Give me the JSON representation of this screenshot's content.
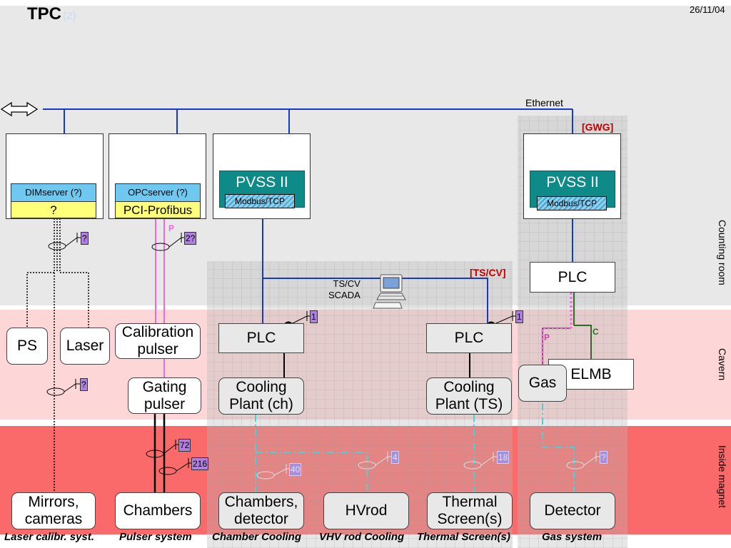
{
  "header": {
    "title": "TPC",
    "title_suffix": "(2)",
    "date": "26/11/04"
  },
  "zones": {
    "counting_room": "Counting room",
    "cavern": "Cavern",
    "inside_magnet": "Inside magnet"
  },
  "network": {
    "ethernet_label": "Ethernet",
    "scada_label": "TS/CV\nSCADA",
    "gwg_label": "[GWG]",
    "tscv_label": "[TS/CV]"
  },
  "servers": {
    "dim_label": "DIMserver (?)",
    "dim_sub": "?",
    "opc_label": "OPCserver (?)",
    "opc_sub": "PCI-Profibus",
    "pvss_cooling": "PVSS II",
    "modbus_cooling": "Modbus/TCP",
    "pvss_gas": "PVSS II",
    "modbus_gas": "Modbus/TCP"
  },
  "devices": {
    "ps": "PS",
    "laser": "Laser",
    "calibration_pulser": "Calibration\npulser",
    "gating_pulser": "Gating\npulser",
    "plc_chamber": "PLC",
    "plc_ts": "PLC",
    "plc_gas": "PLC",
    "cooling_ch": "Cooling\nPlant (ch)",
    "cooling_ts": "Cooling\nPlant (TS)",
    "gas": "Gas",
    "elmb": "ELMB",
    "mirrors": "Mirrors,\ncameras",
    "chambers": "Chambers",
    "chambers_detector": "Chambers,\ndetector",
    "hvrod": "HVrod",
    "thermal_screens": "Thermal\nScreen(s)",
    "detector": "Detector"
  },
  "tags": {
    "laser_counting": "?",
    "pulser_counting": "2?",
    "plc_ch": "1",
    "plc_ts": "1",
    "laser_cavern": "?",
    "pulser_72": "72",
    "pulser_216": "216",
    "cool_40": "40",
    "hvrod_4": "4",
    "ts_18": "18",
    "gas_q": "?"
  },
  "line_letters": {
    "profibus": "P",
    "gas_p": "P",
    "gas_c": "C"
  },
  "systems": {
    "laser": "Laser calibr. syst.",
    "pulser": "Pulser system",
    "chamber_cooling": "Chamber Cooling",
    "vhv_cooling": "VHV rod Cooling",
    "thermal": "Thermal Screen(s)",
    "gas": "Gas system"
  },
  "colors": {
    "counting_bg": "#e8e8e8",
    "cavern_bg": "#fdd7d7",
    "magnet_bg": "#fb6a6a",
    "ethernet": "#1538c8",
    "pvss": "#0e8a88",
    "tag": "#b07fe0",
    "label_red": "#c00000"
  }
}
